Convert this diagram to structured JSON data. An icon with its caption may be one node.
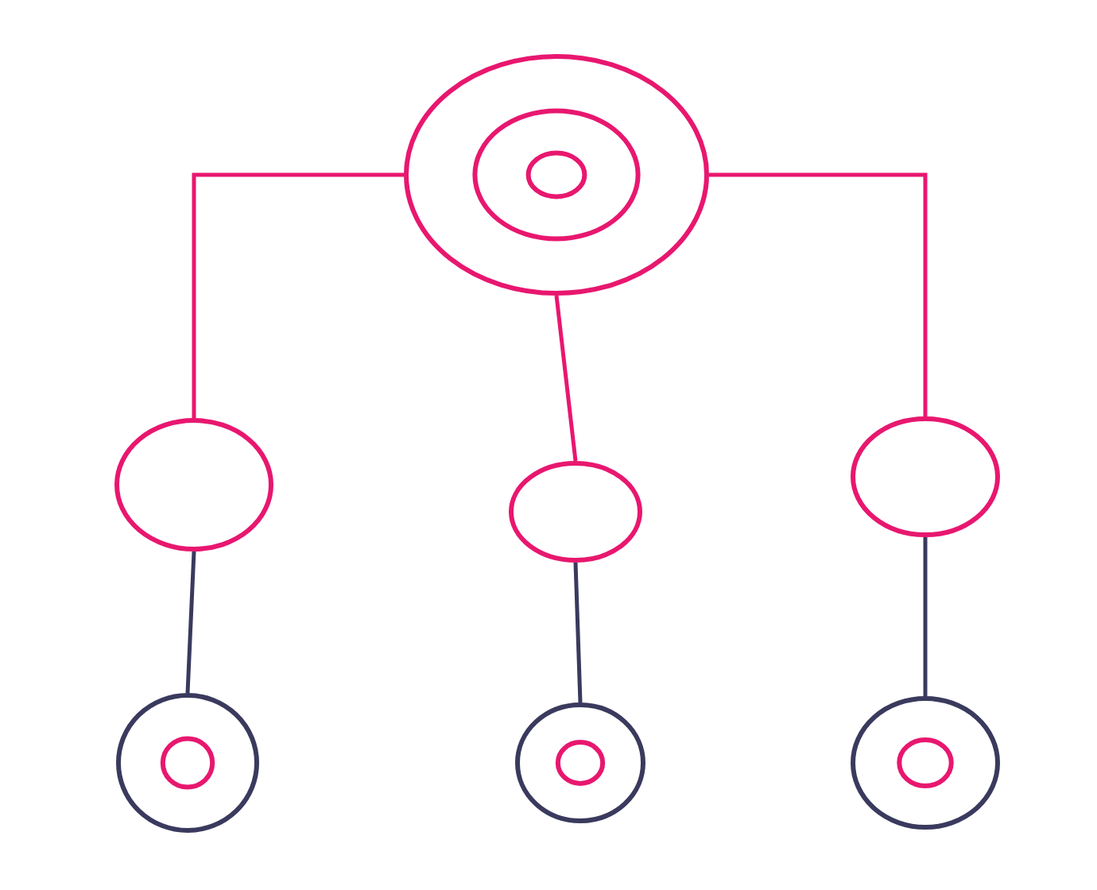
{
  "diagram": {
    "nodes": [
      {
        "text": [],
        "shape": "circle"
      },
      {
        "text": [],
        "shape": "circle"
      },
      {
        "text": [],
        "shape": "circle"
      },
      {
        "text": [],
        "shape": "circle"
      },
      {
        "text": [],
        "shape": "circle"
      },
      {
        "text": [],
        "shape": "circle"
      },
      {
        "text": [],
        "shape": "circle"
      }
    ],
    "edges": [
      {
        "from": 0,
        "to": 1,
        "arrow": "none",
        "color": "#e8176f"
      },
      {
        "from": 0,
        "to": 2,
        "arrow": "none",
        "color": "#e8176f"
      },
      {
        "from": 0,
        "to": 3,
        "arrow": "none",
        "color": "#e8176f"
      },
      {
        "from": 1,
        "to": 4,
        "arrow": "none",
        "color": "#3a3a5e"
      },
      {
        "from": 2,
        "to": 5,
        "arrow": "none",
        "color": "#3a3a5e"
      },
      {
        "from": 3,
        "to": 6,
        "arrow": "none",
        "color": "#3a3a5e"
      }
    ]
  }
}
